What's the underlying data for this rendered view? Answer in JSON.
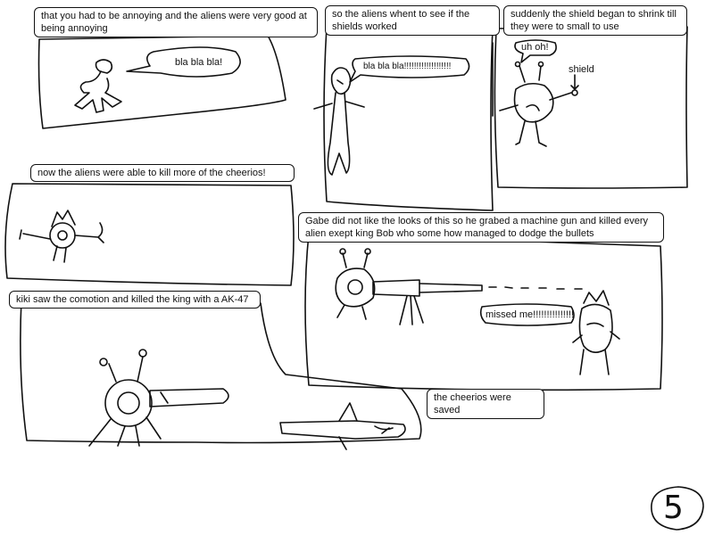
{
  "panels": {
    "p1": {
      "caption": "that you had to be annoying and the aliens were very good at being annoying",
      "speech": "bla bla bla!"
    },
    "p2": {
      "caption": "so the aliens whent to see if the shields worked",
      "speech": "bla bla bla!!!!!!!!!!!!!!!!!!!"
    },
    "p3": {
      "caption": "suddenly the shield began to shrink till they were to small to use",
      "speech": "uh oh!",
      "label": "shield"
    },
    "p4": {
      "caption": "now the aliens were able to kill more of the cheerios!"
    },
    "p5": {
      "caption": "Gabe did not like the looks of this so he grabed a machine gun and killed every alien exept king Bob who some how managed to dodge the bullets",
      "speech": "missed me!!!!!!!!!!!!!!!"
    },
    "p6": {
      "caption": "kiki saw the comotion and killed the king with a AK-47",
      "ending": "the cheerios were saved"
    }
  },
  "page_number": "5"
}
